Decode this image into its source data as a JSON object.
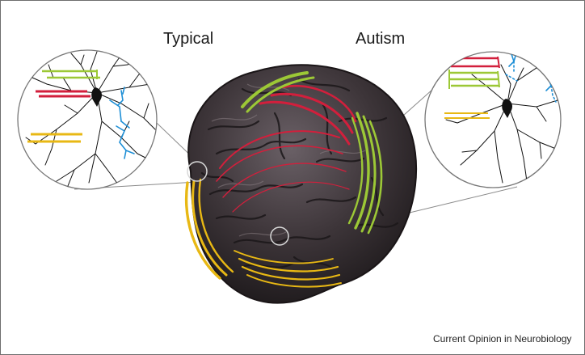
{
  "labels": {
    "typical": "Typical",
    "autism": "Autism"
  },
  "credit": "Current Opinion in Neurobiology",
  "colors": {
    "brain": "#3a3236",
    "red_tract": "#d21f3c",
    "green_tract": "#9cc836",
    "yellow_tract": "#e8b814",
    "dendrite": "#111111",
    "blue_synapse": "#1e8fd6"
  }
}
